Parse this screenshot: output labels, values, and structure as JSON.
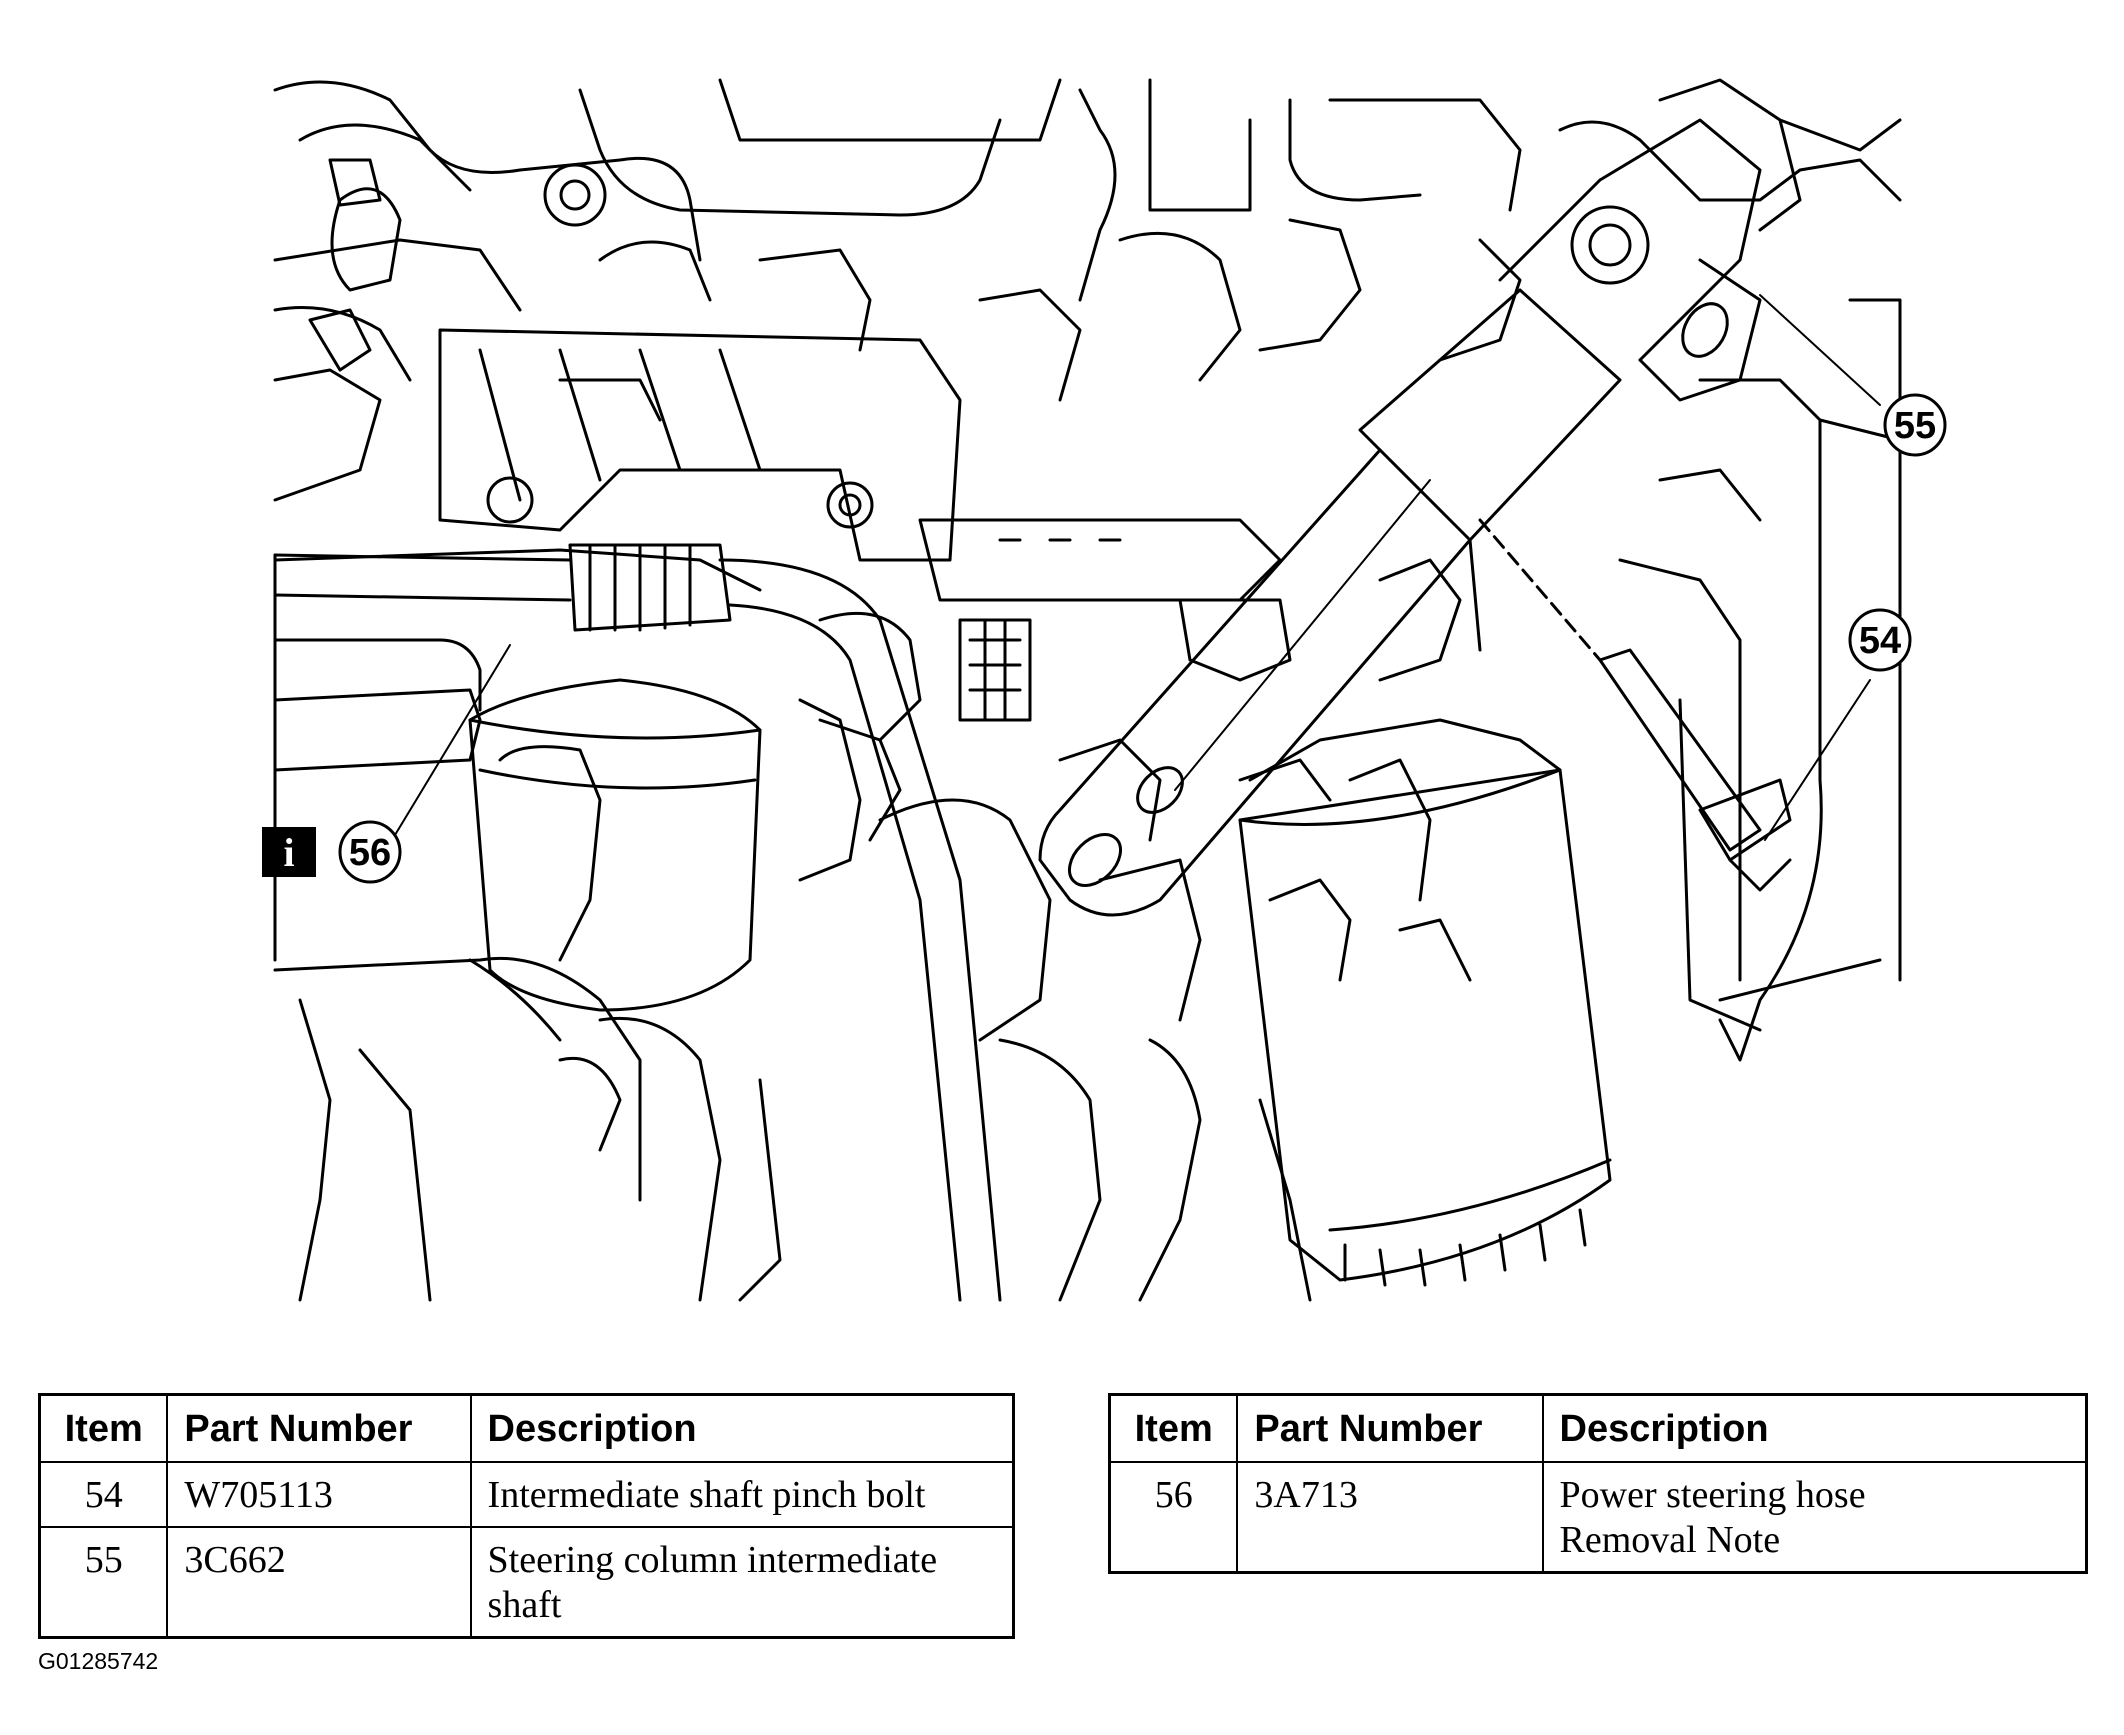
{
  "diagram": {
    "callouts": [
      {
        "id": "callout-54",
        "label": "54"
      },
      {
        "id": "callout-55",
        "label": "55"
      },
      {
        "id": "callout-56",
        "label": "56"
      }
    ],
    "info_icon_glyph": "i"
  },
  "tables": {
    "left": {
      "headers": [
        "Item",
        "Part Number",
        "Description"
      ],
      "rows": [
        {
          "item": "54",
          "part_number": "W705113",
          "description": "Intermediate shaft pinch bolt",
          "description_lines": [
            "Intermediate shaft pinch bolt"
          ]
        },
        {
          "item": "55",
          "part_number": "3C662",
          "description": "Steering column intermediate shaft",
          "description_lines": [
            "Steering column intermediate",
            "shaft"
          ]
        }
      ]
    },
    "right": {
      "headers": [
        "Item",
        "Part Number",
        "Description"
      ],
      "rows": [
        {
          "item": "56",
          "part_number": "3A713",
          "description": "Power steering hose Removal Note",
          "description_lines": [
            "Power steering hose",
            "Removal Note"
          ]
        }
      ]
    }
  },
  "figure_id": "G01285742"
}
